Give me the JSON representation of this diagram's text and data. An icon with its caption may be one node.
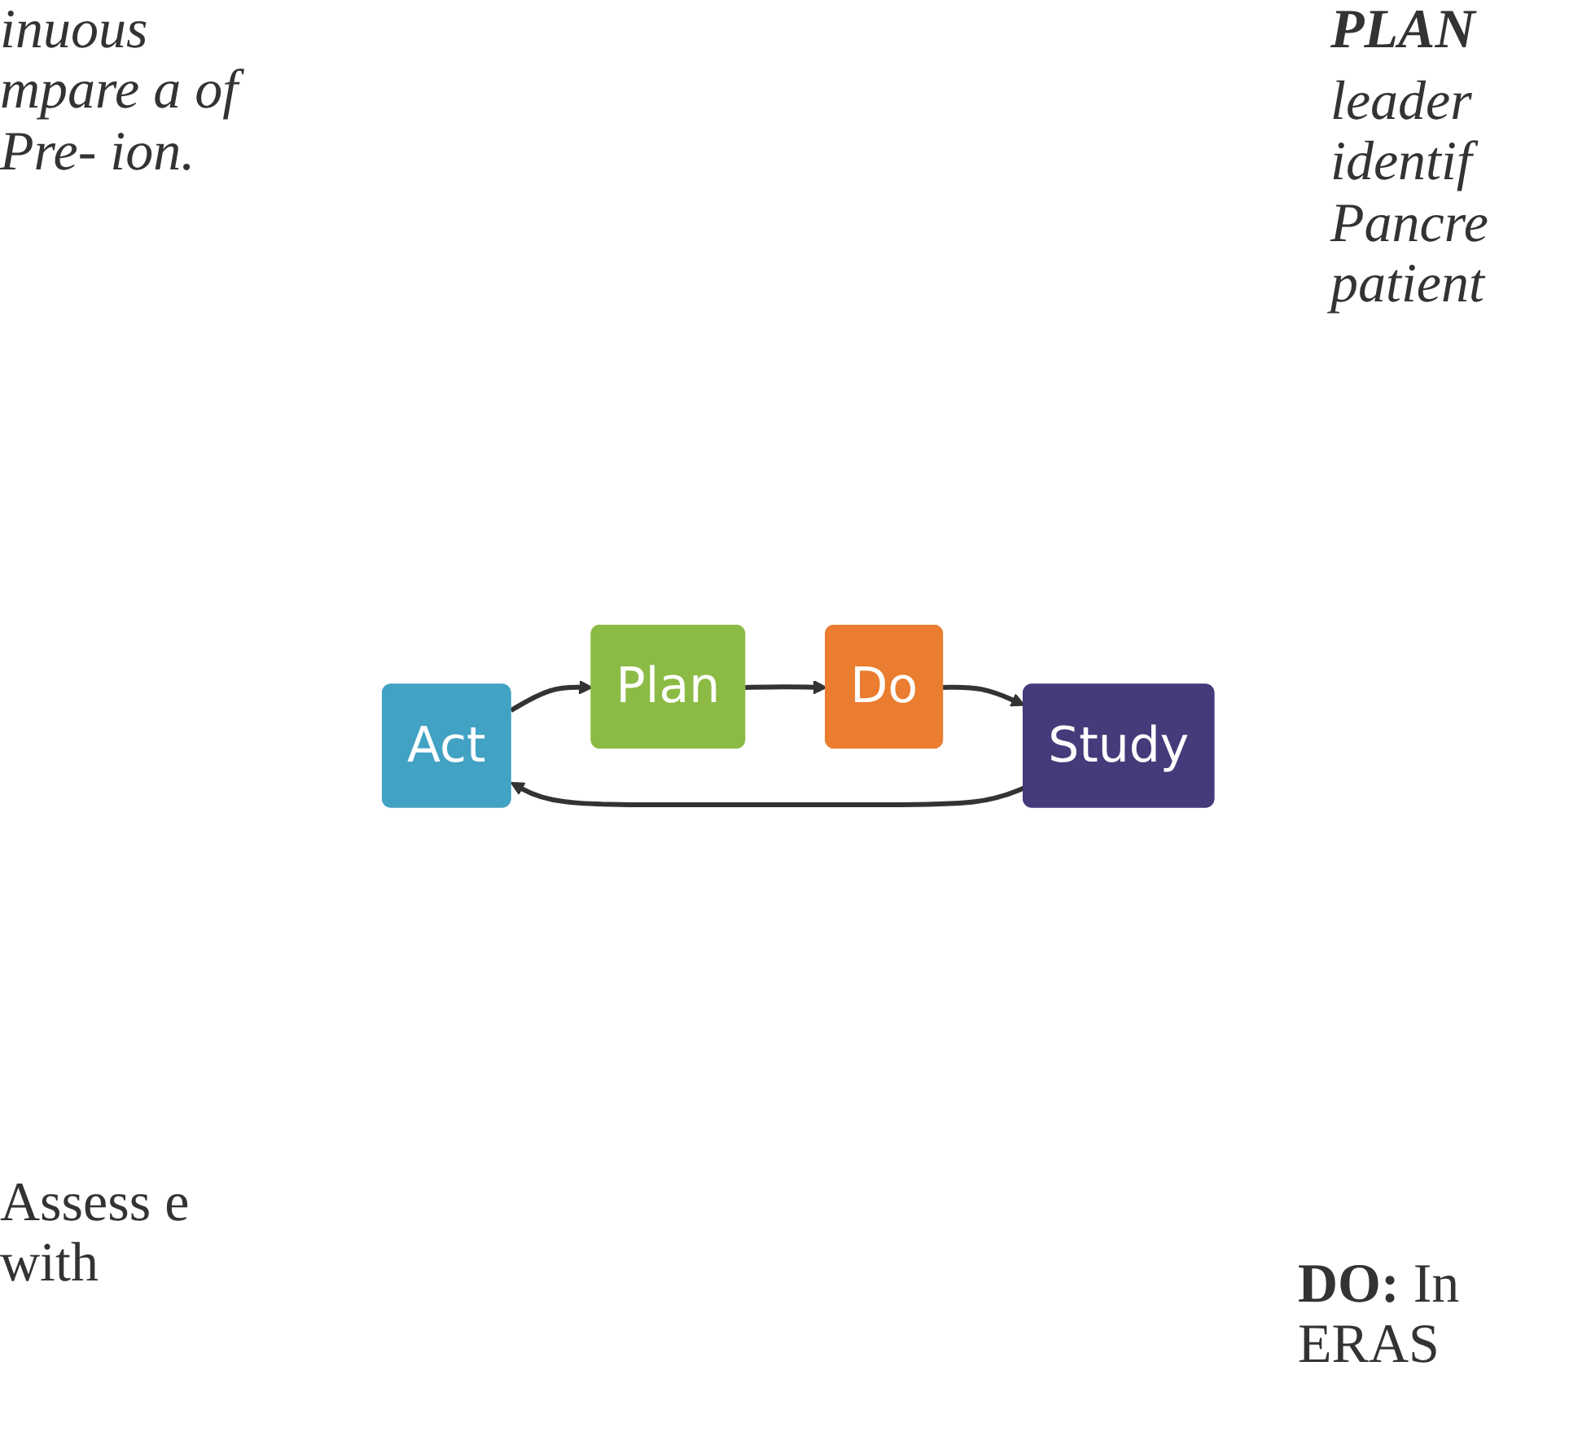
{
  "diagram": {
    "nodes": [
      {
        "text": [
          "Act"
        ]
      },
      {
        "text": [
          "Plan"
        ]
      },
      {
        "text": [
          "Do"
        ]
      },
      {
        "text": [
          "Study"
        ]
      }
    ],
    "edges": [
      {
        "from": 0,
        "to": 1,
        "arrow": "to"
      },
      {
        "from": 1,
        "to": 2,
        "arrow": "to"
      },
      {
        "from": 2,
        "to": 3,
        "arrow": "to"
      },
      {
        "from": 3,
        "to": 0,
        "arrow": "to"
      }
    ],
    "labels": [
      "inuous mpare a of Pre- ion.",
      "PLAN",
      "leader identif Pancre patient",
      "Assess e with",
      "**DO:** In ERAS"
    ]
  }
}
